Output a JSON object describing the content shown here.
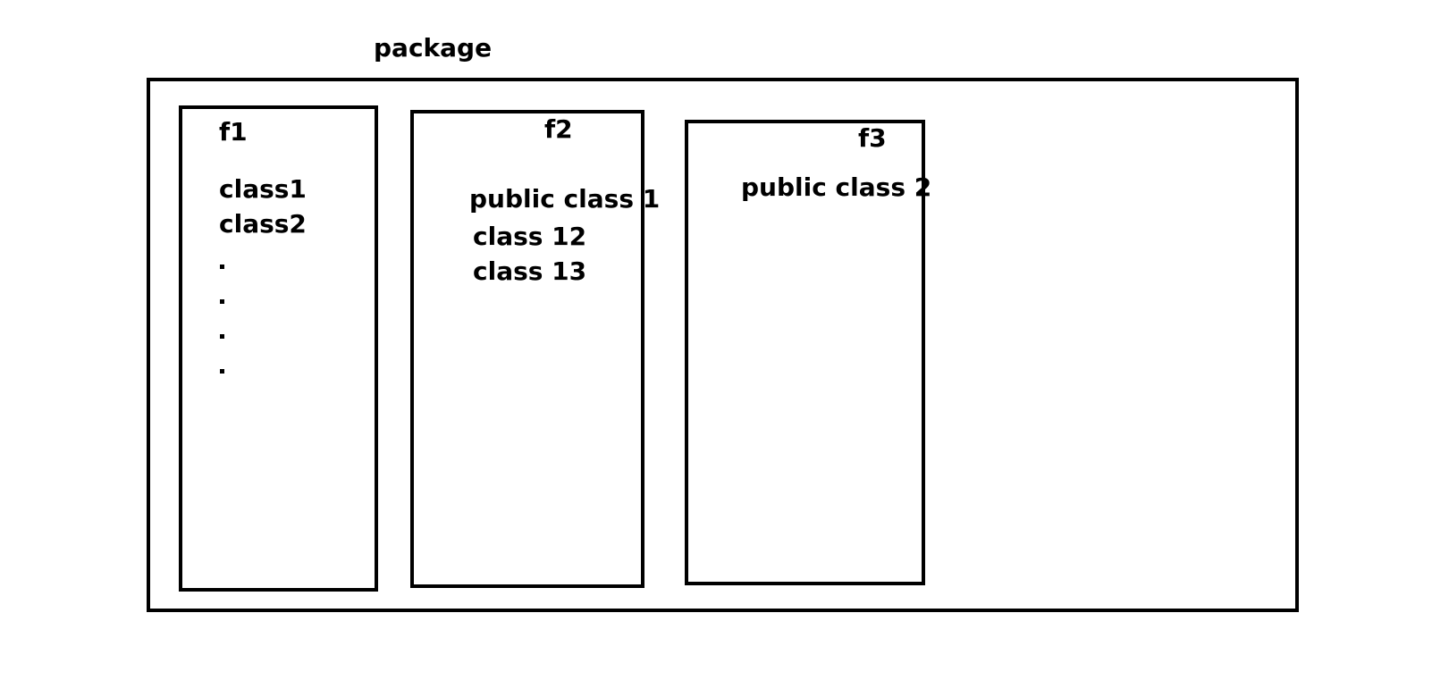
{
  "package": {
    "title": "package"
  },
  "files": [
    {
      "name": "f1",
      "classes": [
        "class1",
        "class2"
      ],
      "continuation": [
        ".",
        ".",
        ".",
        "."
      ]
    },
    {
      "name": "f2",
      "classes": [
        "public class 1",
        "class 12",
        "class 13"
      ]
    },
    {
      "name": "f3",
      "classes": [
        "public class 2"
      ]
    }
  ]
}
